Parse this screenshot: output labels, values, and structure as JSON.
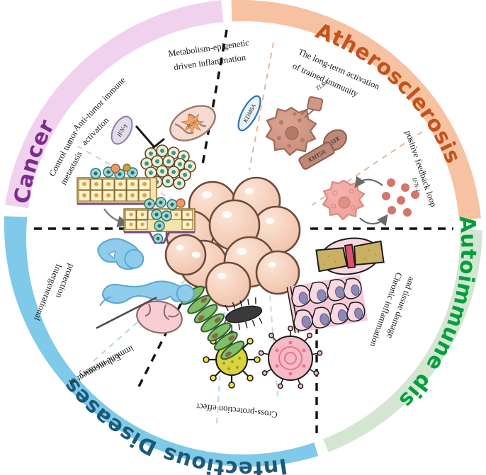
{
  "figure": {
    "type": "circular-schematic",
    "title_quadrants": 4,
    "center_motif": "trained-immunity-cell-cluster"
  },
  "rings": [
    {
      "id": "atherosclerosis",
      "label": "Atherosclerosis",
      "ring_color": "#F6C2A2",
      "text_color": "#C4531B",
      "start_deg": -78,
      "end_deg": 8
    },
    {
      "id": "autoimmune",
      "label": "Autoimmune diseases",
      "ring_color": "#D4E6D2",
      "text_color": "#00A13C",
      "start_deg": 12,
      "end_deg": 86
    },
    {
      "id": "infectious",
      "label": "Infectious Diseases",
      "ring_color": "#7FC9E9",
      "text_color": "#1D5A78",
      "start_deg": 92,
      "end_deg": 184
    },
    {
      "id": "cancer",
      "label": "Cancer",
      "ring_color": "#F1D2EE",
      "text_color": "#7B2C8D",
      "start_deg": 188,
      "end_deg": 266
    }
  ],
  "sections": {
    "metabolism": {
      "label_line1": "Metabolism-epigenetic",
      "label_line2": "driven inflammation",
      "molecules": [
        {
          "name": "ROS",
          "shape": "burst",
          "color": "#E08A5A"
        },
        {
          "name": "KDM6A",
          "shape": "oval",
          "color": "#2E72B8"
        }
      ]
    },
    "trained": {
      "label_line1": "The long-term activation",
      "label_line2": "of trained immunity",
      "molecules": [
        {
          "name": "TLR4",
          "shape": "receptor",
          "color": "#C08878"
        },
        {
          "name": "SYK",
          "shape": "oval",
          "color": "#B0705E"
        },
        {
          "name": "KMT5A",
          "shape": "rect",
          "color": "#B0705E"
        }
      ]
    },
    "feedback": {
      "label": "positive feedback loop",
      "molecules": [
        {
          "name": "IFN-1",
          "shape": "dots",
          "color": "#D4756B"
        }
      ]
    },
    "chronic": {
      "label_line1": "Chronic inflammation",
      "label_line2": "and tissue damage",
      "icons": [
        "joint-bone-inflammation",
        "epithelial-tissue-damage"
      ]
    },
    "crossprotection": {
      "label": "Cross-protection effect",
      "icons": [
        "bacteriophage",
        "virus-particle",
        "bacterium-flagellum"
      ]
    },
    "memory": {
      "label_line1": "Enhancement of",
      "label_line2": "immune memory",
      "icons": [
        "organ-pink",
        "dna-double-helix"
      ]
    },
    "intergenerational": {
      "label_line1": "Intergenerational",
      "label_line2": "protection",
      "icons": [
        "mother-figure",
        "infant-figure"
      ]
    },
    "antitumor": {
      "label_line1": "Anti-tumor immune",
      "label_line2": "activation",
      "molecules": [
        {
          "name": "IFN-γ",
          "shape": "oval",
          "color": "#8F7FA8"
        }
      ],
      "icons": [
        "tumor-cell-mass",
        "inhibition-arrow"
      ]
    },
    "metastasis": {
      "label_line1": "Control tumor",
      "label_line2": "metastasis",
      "icons": [
        "epithelium-intact",
        "epithelium-invaded",
        "arrow-down"
      ]
    }
  },
  "dividers": {
    "major_style": "dashed-black",
    "minor_style": "dashed-colored",
    "major_color": "#111111"
  },
  "palette": {
    "center_cell_fill": "#F6D3C0",
    "center_cell_stroke": "#6A4A3C",
    "background": "#FFFFFF"
  }
}
